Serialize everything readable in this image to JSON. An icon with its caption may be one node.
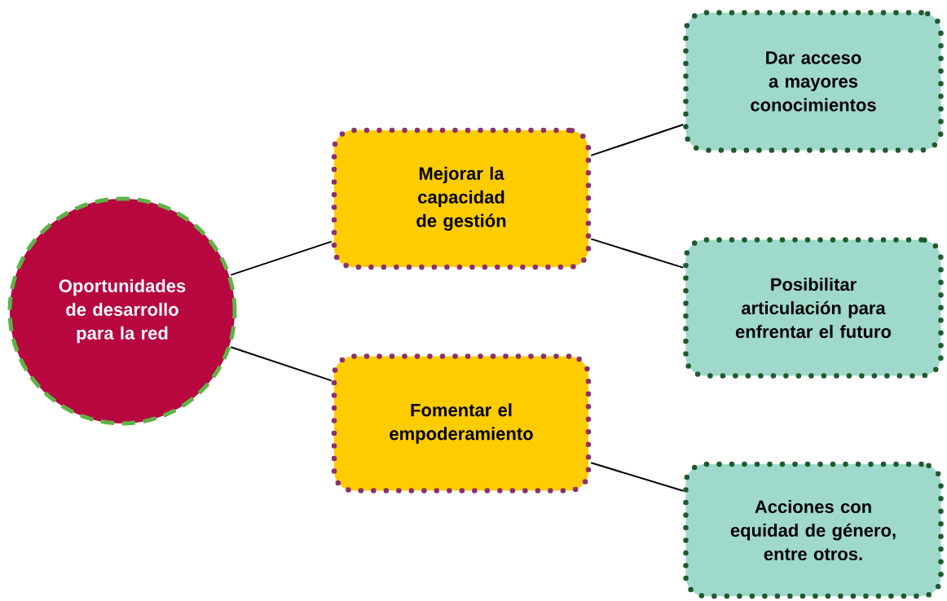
{
  "diagram": {
    "nodes": [
      {
        "text": [
          "Oportunidades de desarrollo para la red"
        ]
      },
      {
        "text": [
          "Mejorar la capacidad de gestión"
        ]
      },
      {
        "text": [
          "Fomentar el empoderamiento"
        ]
      },
      {
        "text": [
          "Dar acceso a mayores conocimientos"
        ]
      },
      {
        "text": [
          "Posibilitar articulación para enfrentar el futuro"
        ]
      },
      {
        "text": [
          "Acciones con equidad de género, entre otros."
        ]
      }
    ],
    "edges": [
      {
        "from": 0,
        "to": 1,
        "arrow": "none"
      },
      {
        "from": 0,
        "to": 2,
        "arrow": "none"
      },
      {
        "from": 1,
        "to": 3,
        "arrow": "none"
      },
      {
        "from": 1,
        "to": 4,
        "arrow": "none"
      },
      {
        "from": 2,
        "to": 5,
        "arrow": "none"
      }
    ]
  }
}
